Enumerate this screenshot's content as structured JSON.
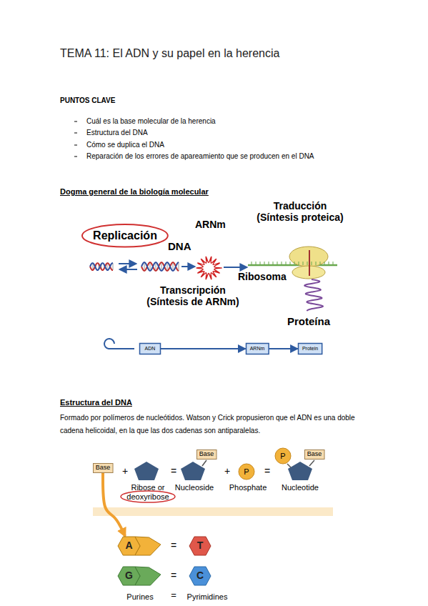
{
  "diagram": {
    "title": "TEMA 11: El ADN y su papel en la herencia",
    "nodes": [
      {
        "text": [
          "Replicación"
        ]
      },
      {
        "text": [
          "ADN"
        ]
      },
      {
        "text": [
          "ARNm"
        ]
      },
      {
        "text": [
          "Protein"
        ]
      },
      {
        "text": [
          "Base"
        ]
      },
      {
        "text": [
          "Base"
        ]
      },
      {
        "text": [
          "P"
        ]
      },
      {
        "text": [
          "P"
        ]
      },
      {
        "text": [
          "Base"
        ]
      },
      {
        "text": [
          "A"
        ]
      },
      {
        "text": [
          "T"
        ]
      },
      {
        "text": [
          "G"
        ]
      },
      {
        "text": [
          "C"
        ]
      }
    ],
    "edges": [
      {
        "from": 1,
        "to": 2,
        "arrow": "to"
      },
      {
        "from": 2,
        "to": 3,
        "arrow": "to"
      },
      {
        "from": 4,
        "to": 9,
        "arrow": "to"
      }
    ],
    "labels": [
      "PUNTOS CLAVE",
      "Cuál es la base molecular de la herencia",
      "Estructura del DNA",
      "Cómo se duplica el DNA",
      "Reparación de los errores de apareamiento que se producen en el DNA",
      "Dogma general de la biología molecular",
      "DNA",
      "ARNm",
      "Traducción (Síntesis proteica)",
      "Transcripción (Síntesis de ARNm)",
      "Ribosoma",
      "Proteína",
      "Estructura del DNA",
      "Formado por polímeros de nucleótidos.  Watson y Crick propusieron que el ADN es una doble cadena helicoidal, en la que las dos cadenas son antiparalelas.",
      "+",
      "Ribose or deoxyribose",
      "=",
      "Nucleoside",
      "+",
      "Phosphate",
      "=",
      "Nucleotide",
      "=",
      "=",
      "Purines",
      "=",
      "Pyrimidines"
    ]
  }
}
